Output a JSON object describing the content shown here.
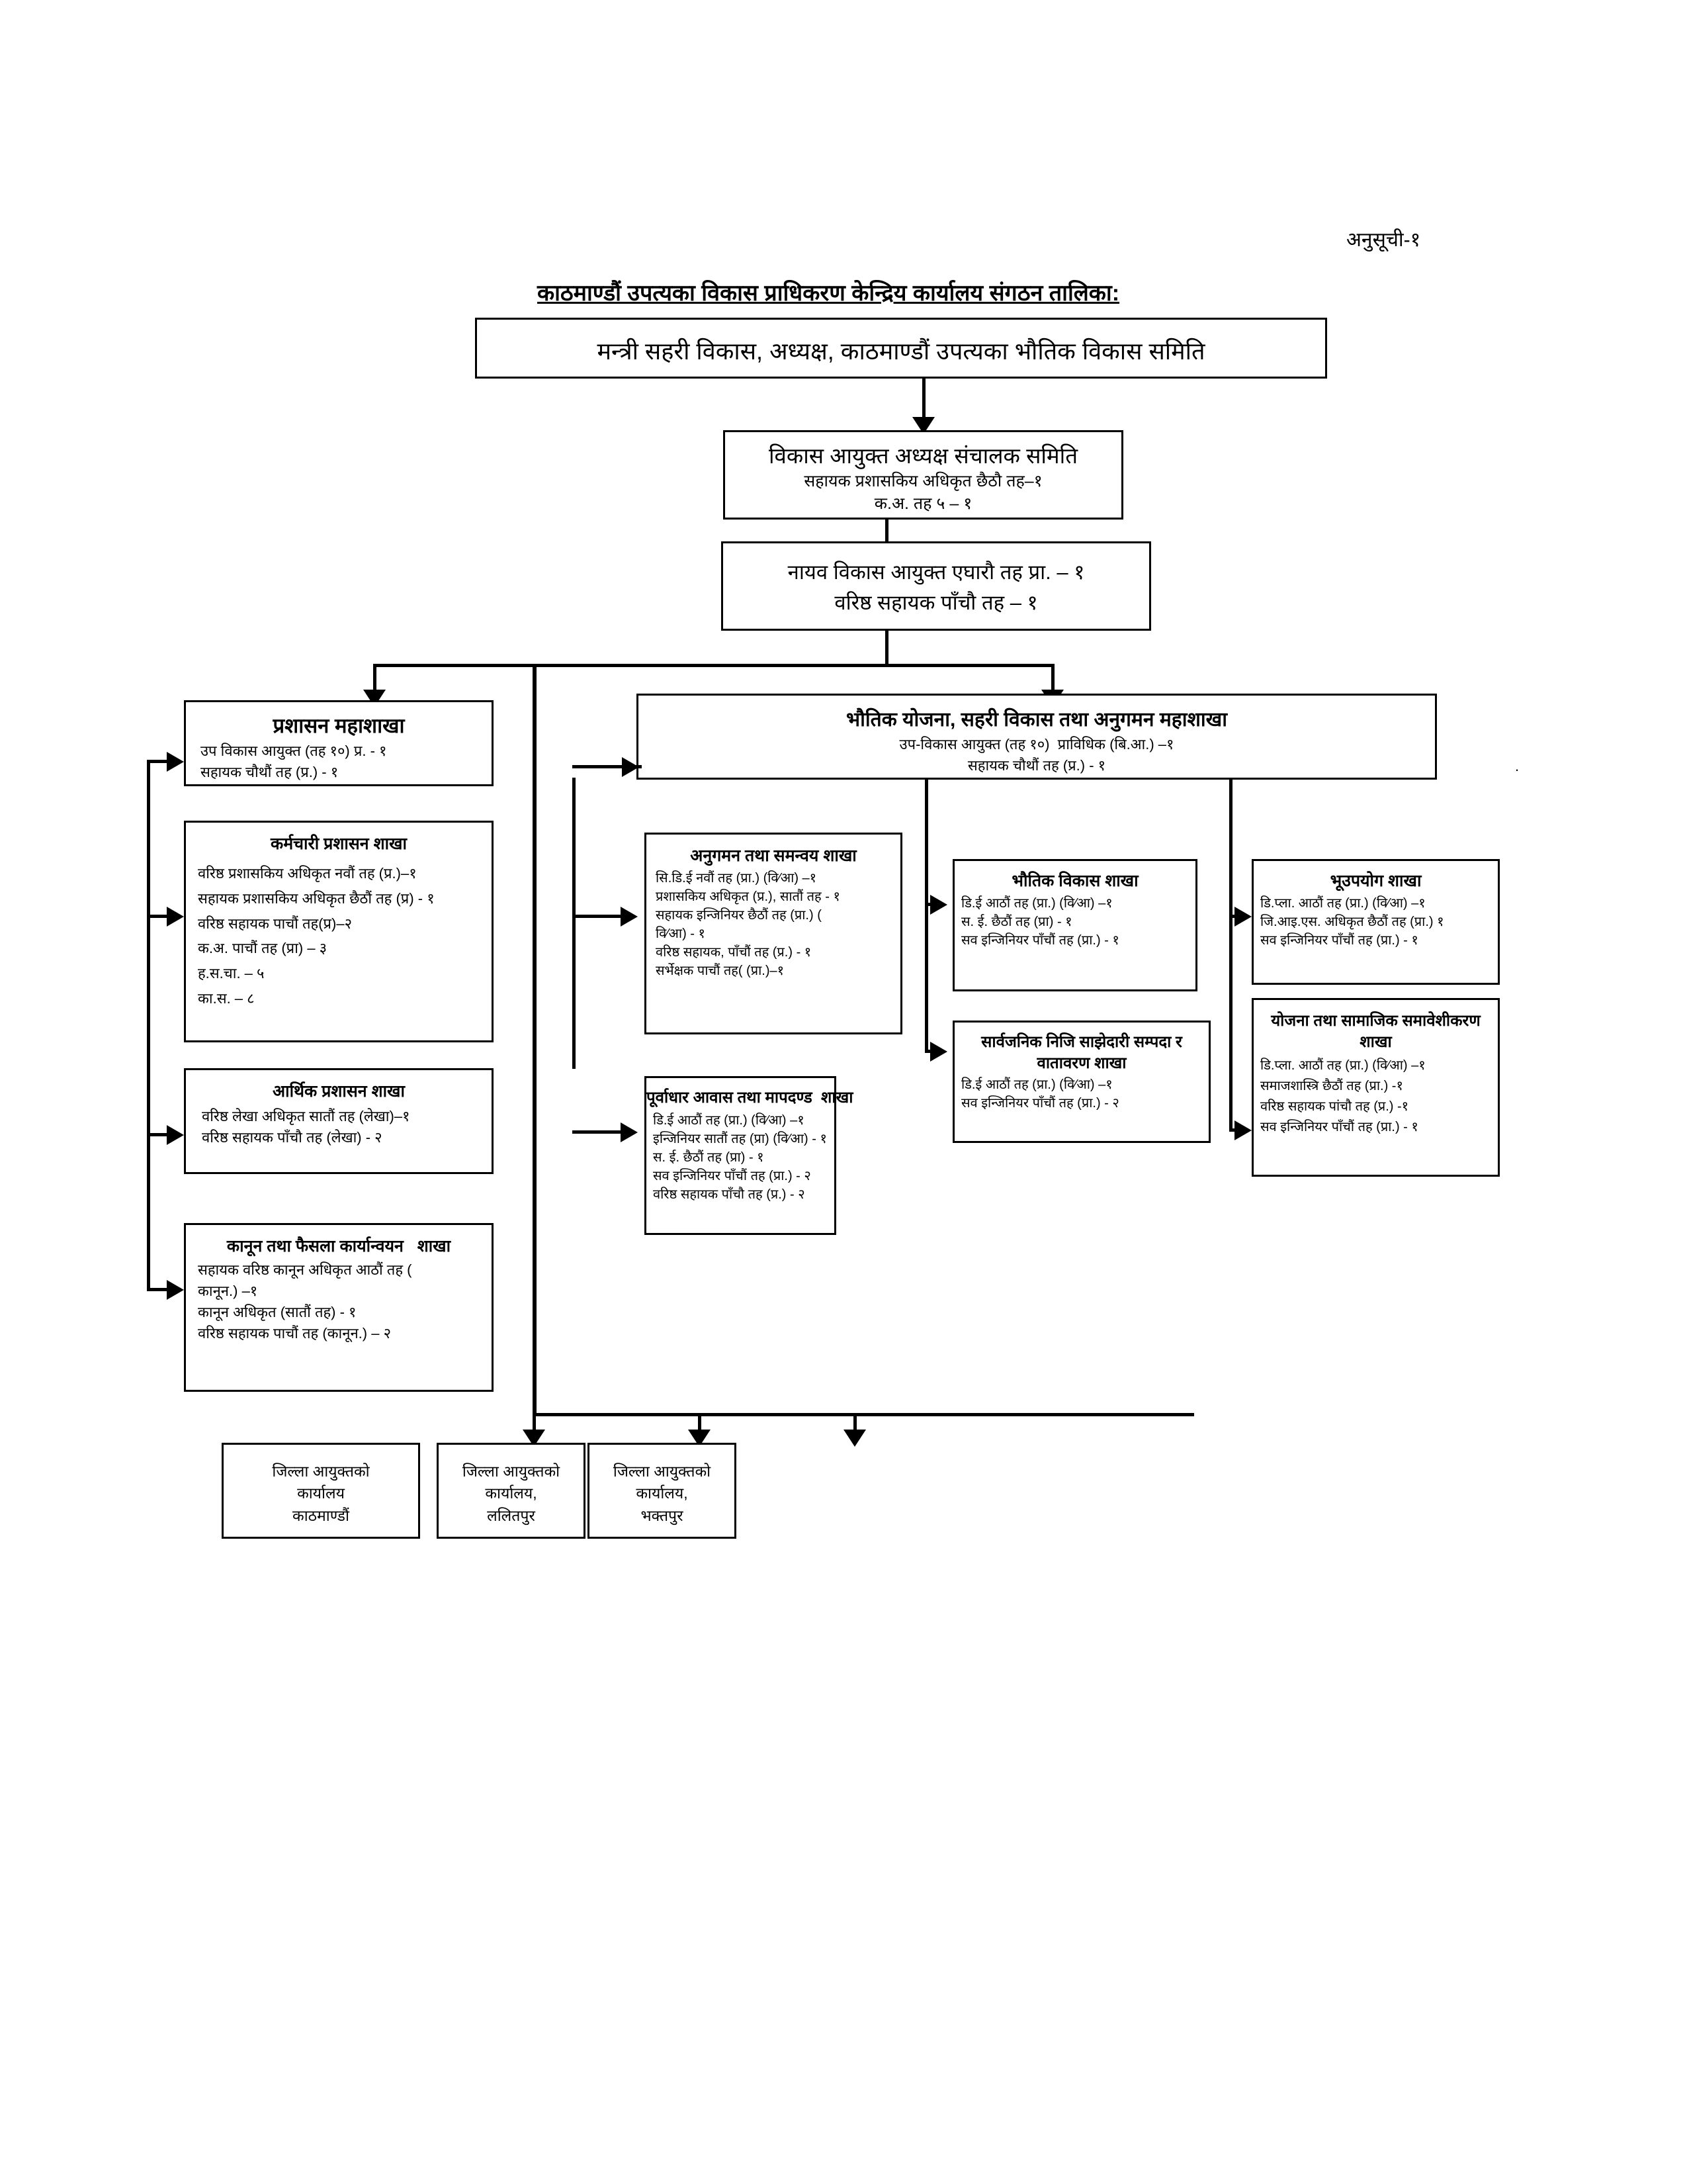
{
  "document": {
    "annex_label": "अनुसूची-१",
    "heading": "काठमाण्डौं उपत्यका विकास प्राधिकरण केन्द्रिय कार्यालय संगठन तालिका:"
  },
  "level1": {
    "title": "मन्त्री सहरी विकास, अध्यक्ष, काठमाण्डौं उपत्यका भौतिक विकास समिति"
  },
  "level2": {
    "title": "विकास आयुक्त अध्यक्ष संचालक समिति",
    "line1": "सहायक प्रशासकिय अधिकृत छैठौ तह–१",
    "line2": "क.अ. तह ५ – १"
  },
  "level3": {
    "line1": "नायव विकास आयुक्त एघारौ तह प्रा. – १",
    "line2": "वरिष्ठ सहायक पाँचौ तह – १"
  },
  "admin_division": {
    "title": "प्रशासन महाशाखा",
    "lines": [
      "उप विकास आयुक्त (तह १०) प्र.   - १",
      "सहायक चौथौं तह (प्र.) - १"
    ]
  },
  "staff_admin_branch": {
    "title": "कर्मचारी प्रशासन शाखा",
    "lines": [
      "वरिष्ठ प्रशासकिय अधिकृत नवौं तह (प्र.)–१",
      "सहायक प्रशासकिय अधिकृत छैठौं तह (प्र) - १",
      "वरिष्ठ सहायक पाचौं तह(प्र)–२",
      "क.अ. पाचौं तह (प्रा) – ३",
      "ह.स.चा. – ५",
      "का.स. – ८"
    ]
  },
  "finance_admin_branch": {
    "title": "आर्थिक प्रशासन शाखा",
    "lines": [
      "वरिष्ठ लेखा अधिकृत सातौं तह (लेखा)–१",
      "वरिष्ठ सहायक पाँचौ तह (लेखा) - २"
    ]
  },
  "law_branch": {
    "title": "कानून तथा फैसला कार्यान्वयन   शाखा",
    "lines": [
      "सहायक वरिष्ठ कानून अधिकृत आठौं तह (",
      "कानून.) –१",
      "कानून अधिकृत (सातौं तह)  - १",
      "वरिष्ठ सहायक पाचौं तह (कानून.) – २"
    ]
  },
  "physical_division": {
    "title": "भौतिक योजना, सहरी विकास तथा अनुगमन महाशाखा",
    "lines": [
      "उप-विकास आयुक्त (तह १०)  प्राविधिक (बि.आ.) –१",
      "सहायक चौथौं तह (प्र.) - १"
    ]
  },
  "monitoring_branch": {
    "title": "अनुगमन तथा समन्वय शाखा",
    "lines": [
      "सि.डि.ई नवौं तह (प्रा.) (वि⁄आ) –१",
      "प्रशासकिय अधिकृत (प्र.), सातौं तह - १",
      "सहायक इन्जिनियर छैठौं तह (प्रा.) (",
      "वि⁄आ) - १",
      "वरिष्ठ सहायक, पाँचौं तह (प्र.) - १",
      "सर्भेक्षक पाचौं तह( (प्रा.)–१"
    ]
  },
  "infrastructure_branch": {
    "title": "पूर्वाधार आवास तथा मापदण्ड  शाखा",
    "lines": [
      "डि.ई आठौं तह (प्रा.) (वि⁄आ) –१",
      "इन्जिनियर सातौं तह (प्रा) (वि⁄आ)  - १",
      "स. ई. छैठौं तह (प्रा) - १",
      "सव इन्जिनियर पाँचौं तह (प्रा.) - २",
      "वरिष्ठ सहायक पाँचौ तह (प्र.) - २"
    ]
  },
  "physical_dev_branch": {
    "title": "भौतिक विकास शाखा",
    "lines": [
      "डि.ई आठौं तह (प्रा.) (वि⁄आ) –१",
      "स. ई. छैठौं तह (प्रा) - १",
      "सव इन्जिनियर पाँचौं तह (प्रा.) - १"
    ]
  },
  "ppp_branch": {
    "title_line1": "सार्वजनिक निजि साझेदारी सम्पदा र",
    "title_line2": "वातावरण शाखा",
    "lines": [
      "डि.ई आठौं तह (प्रा.) (वि⁄आ)  –१",
      "सव इन्जिनियर पाँचौं तह (प्रा.) - २"
    ]
  },
  "landuse_branch": {
    "title": "भूउपयोग शाखा",
    "lines": [
      "डि.प्ला. आठौं तह (प्रा.) (वि⁄आ) –१",
      "जि.आइ.एस. अधिकृत छैठौं तह (प्रा.) १",
      "सव इन्जिनियर पाँचौं तह (प्रा.) - १"
    ]
  },
  "planning_branch": {
    "title_line1": "योजना तथा सामाजिक समावेशीकरण",
    "title_line2": "शाखा",
    "lines": [
      "डि.प्ला. आठौं तह (प्रा.) (वि⁄आ) –१",
      "समाजशास्त्रि छैठौं तह (प्रा.) -१",
      "वरिष्ठ सहायक पांचौ तह (प्र.) -१",
      "सव इन्जिनियर पाँचौं तह (प्रा.) - १"
    ]
  },
  "district_offices": [
    {
      "line1": "जिल्ला आयुक्तको",
      "line2": "कार्यालय",
      "line3": "काठमाण्डौं"
    },
    {
      "line1": "जिल्ला आयुक्तको",
      "line2": "कार्यालय,",
      "line3": "ललितपुर"
    },
    {
      "line1": "जिल्ला आयुक्तको",
      "line2": "कार्यालय,",
      "line3": "भक्तपुर"
    }
  ],
  "colors": {
    "line": "#000000",
    "background": "#ffffff"
  }
}
